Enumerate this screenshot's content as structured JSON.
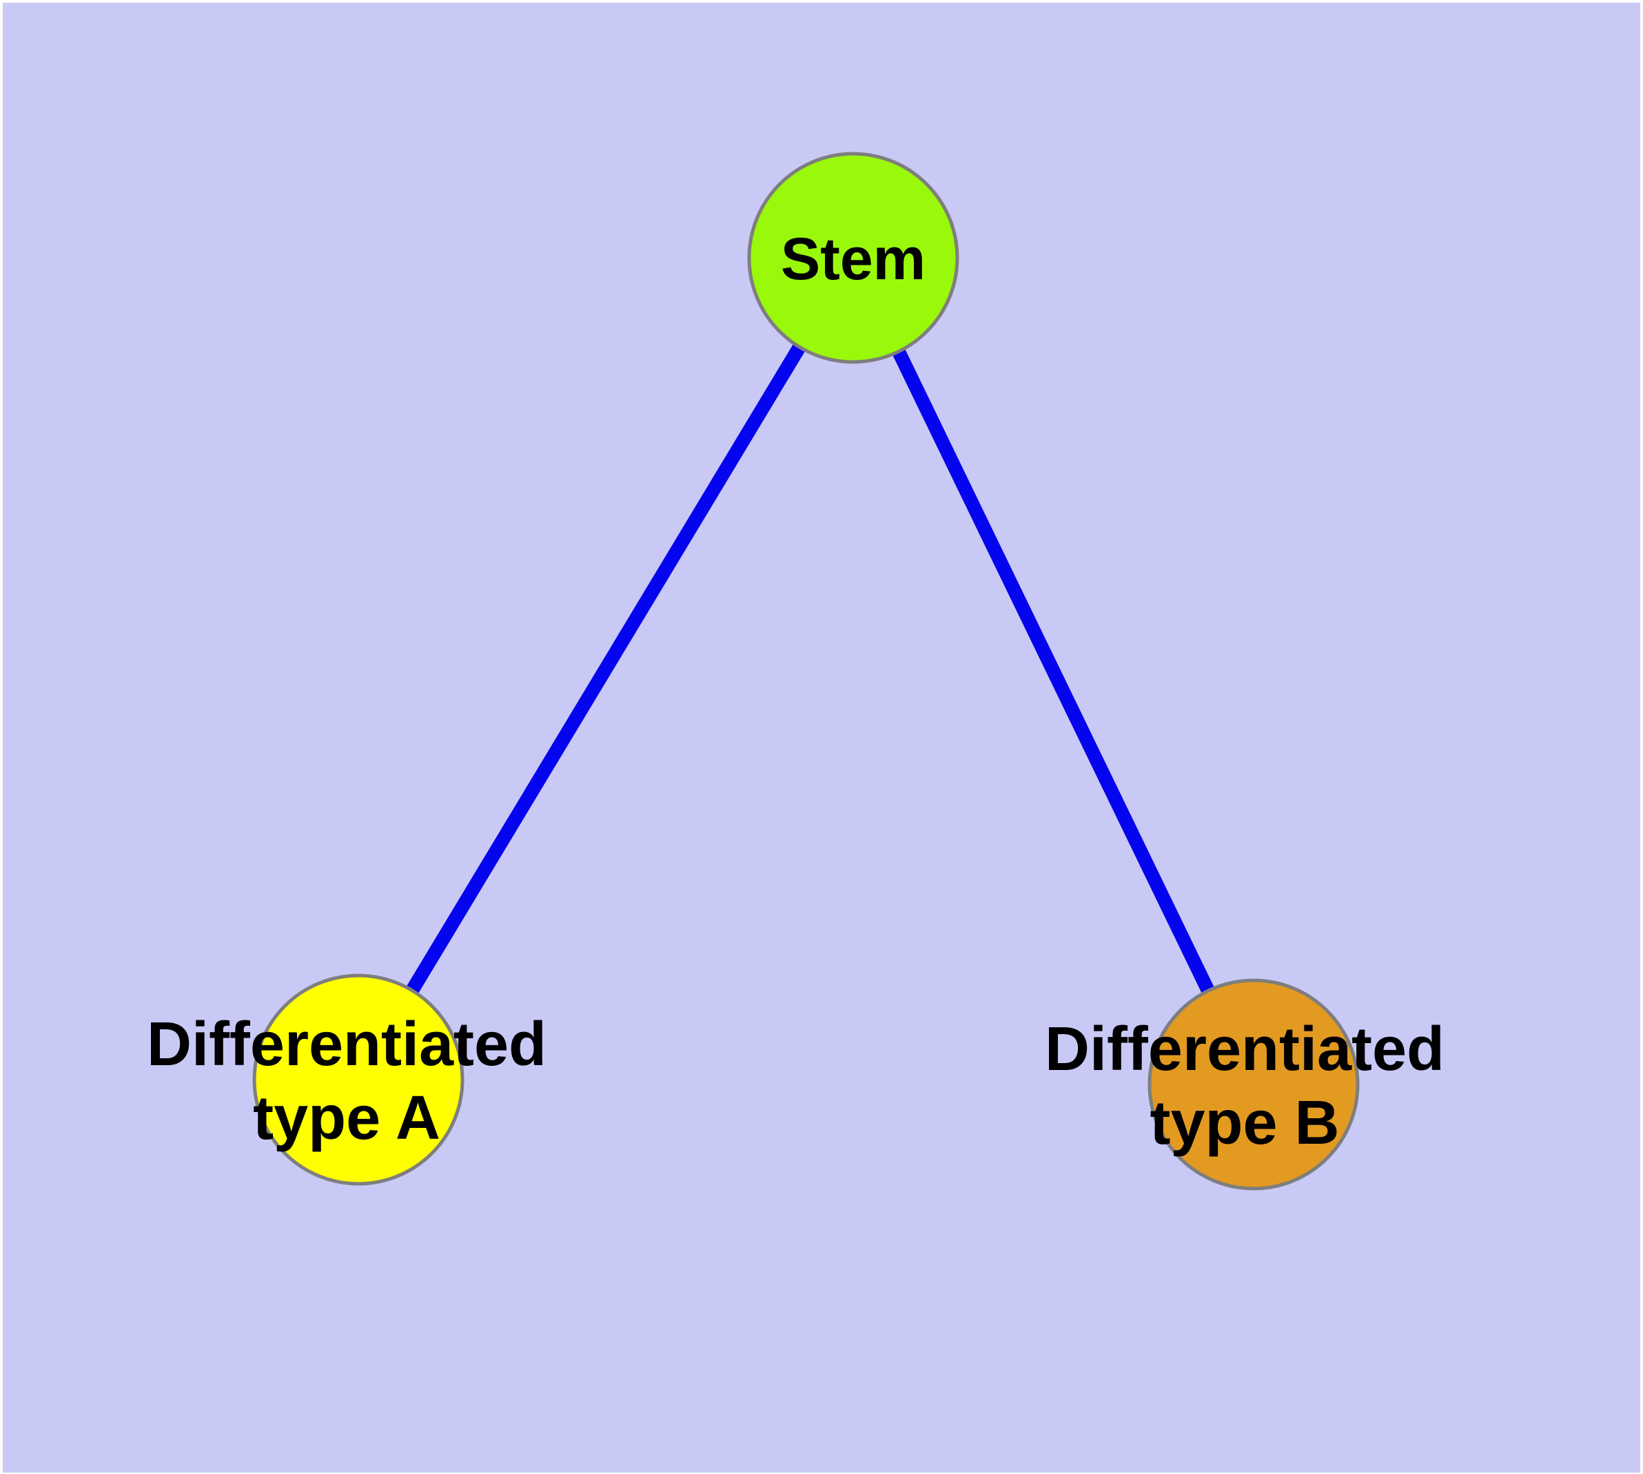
{
  "diagram": {
    "type": "node-link-diagram",
    "description": "Stem cell differentiation tree",
    "background_color": "#C9C9F6",
    "edge_color": "#0404EE",
    "node_border_color": "#7E7E7E",
    "text_color": "#000000",
    "nodes": [
      {
        "id": "stem",
        "label": "Stem",
        "fill_color": "#9AF80B"
      },
      {
        "id": "differentiated-type-a",
        "label": "Differentiated type A",
        "label_line1": "Differentiated",
        "label_line2": "type A",
        "fill_color": "#FFFF00"
      },
      {
        "id": "differentiated-type-b",
        "label": "Differentiated type B",
        "label_line1": "Differentiated",
        "label_line2": "type B",
        "fill_color": "#E39A21"
      }
    ],
    "edges": [
      {
        "from": "stem",
        "to": "differentiated-type-a"
      },
      {
        "from": "stem",
        "to": "differentiated-type-b"
      }
    ]
  }
}
